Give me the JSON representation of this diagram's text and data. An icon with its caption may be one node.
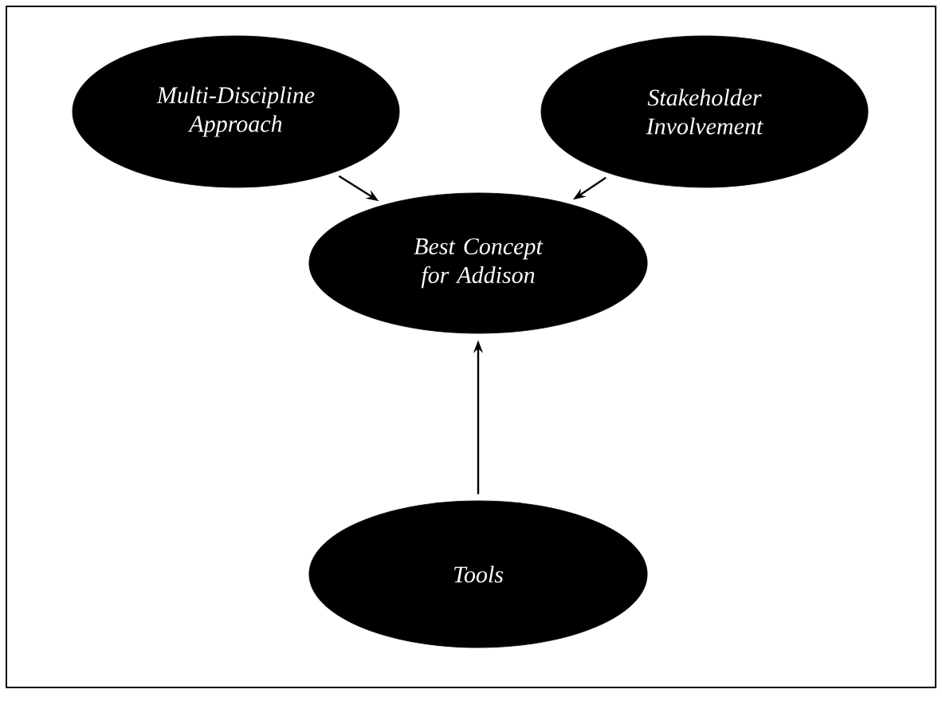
{
  "diagram": {
    "nodes": [
      {
        "text": [
          "Multi-Discipline Approach"
        ]
      },
      {
        "text": [
          "Stakeholder Involvement"
        ]
      },
      {
        "text": [
          "Best Concept for Addison"
        ]
      },
      {
        "text": [
          "Tools"
        ]
      }
    ],
    "edges": [
      {
        "from": 0,
        "to": 2,
        "arrow": "to"
      },
      {
        "from": 1,
        "to": 2,
        "arrow": "to"
      },
      {
        "from": 3,
        "to": 2,
        "arrow": "to"
      }
    ]
  }
}
